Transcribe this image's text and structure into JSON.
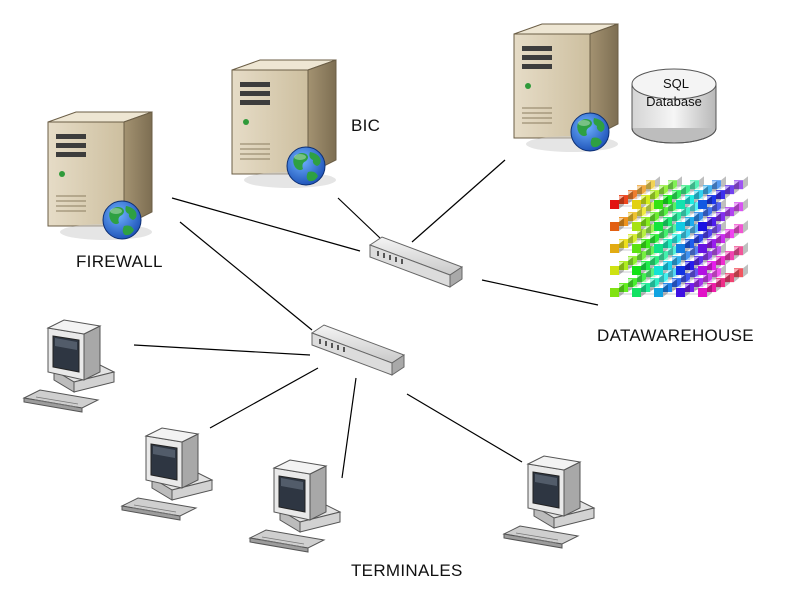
{
  "labels": {
    "firewall": "FIREWALL",
    "bic": "BIC",
    "datawarehouse": "DATAWAREHOUSE",
    "terminales": "TERMINALES"
  },
  "database": {
    "line1": "SQL",
    "line2": "Database"
  },
  "icons": {
    "server": "server-tower-icon",
    "globe": "globe-icon",
    "switch": "network-switch-icon",
    "terminal": "desktop-computer-icon",
    "database": "database-cylinder-icon",
    "cube": "data-cube-icon"
  }
}
